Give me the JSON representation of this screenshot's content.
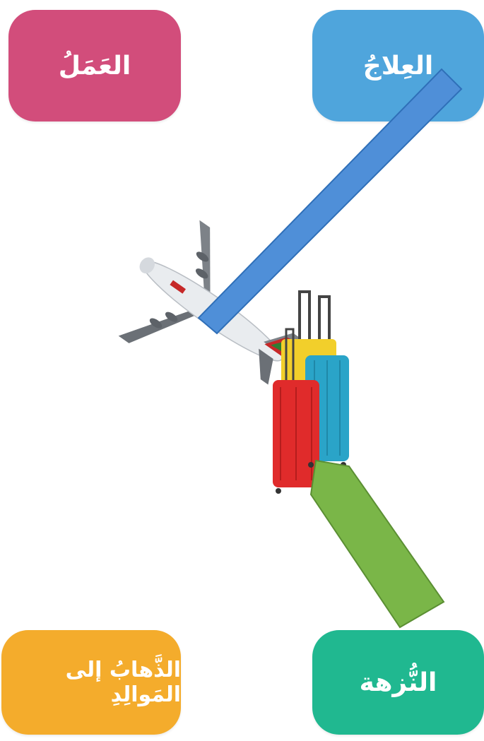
{
  "cards": {
    "work": {
      "label": "العَمَلُ",
      "color": "#d24d7b"
    },
    "treatment": {
      "label": "العِلاجُ",
      "color": "#4fa5dc"
    },
    "mawalid": {
      "label": "الذَّهابُ إلى المَوالِدِ",
      "color": "#f4ac2c"
    },
    "tourism": {
      "label": "النُّزهة",
      "color": "#20b890"
    }
  },
  "connectors": {
    "blue": {
      "color": "#4f8fd8"
    },
    "green": {
      "color": "#7ab648"
    }
  },
  "illustrations": [
    "airplane",
    "suitcases"
  ]
}
